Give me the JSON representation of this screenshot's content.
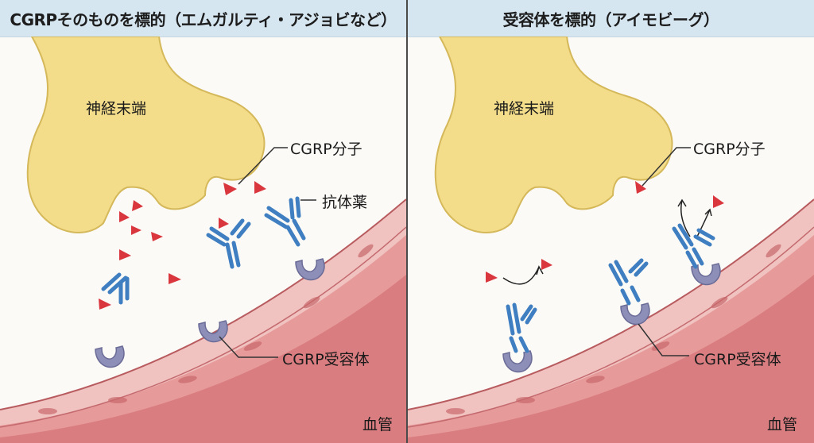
{
  "panels": {
    "left": {
      "title": "CGRPそのものを標的（エムガルティ・アジョビなど）",
      "nerve_label": "神経末端",
      "cgrp_molecule_label": "CGRP分子",
      "antibody_label": "抗体薬",
      "receptor_label": "CGRP受容体",
      "vessel_label": "血管"
    },
    "right": {
      "title": "受容体を標的（アイモビーグ）",
      "nerve_label": "神経末端",
      "cgrp_molecule_label": "CGRP分子",
      "receptor_label": "CGRP受容体",
      "vessel_label": "血管"
    }
  },
  "colors": {
    "header_bg": "#d6e6f0",
    "nerve_fill": "#f3dc8a",
    "cgrp_red": "#d9363e",
    "antibody_blue": "#3f7fc1",
    "receptor_purple": "#8e8fb8",
    "vessel_red": "#e8a3a3"
  }
}
